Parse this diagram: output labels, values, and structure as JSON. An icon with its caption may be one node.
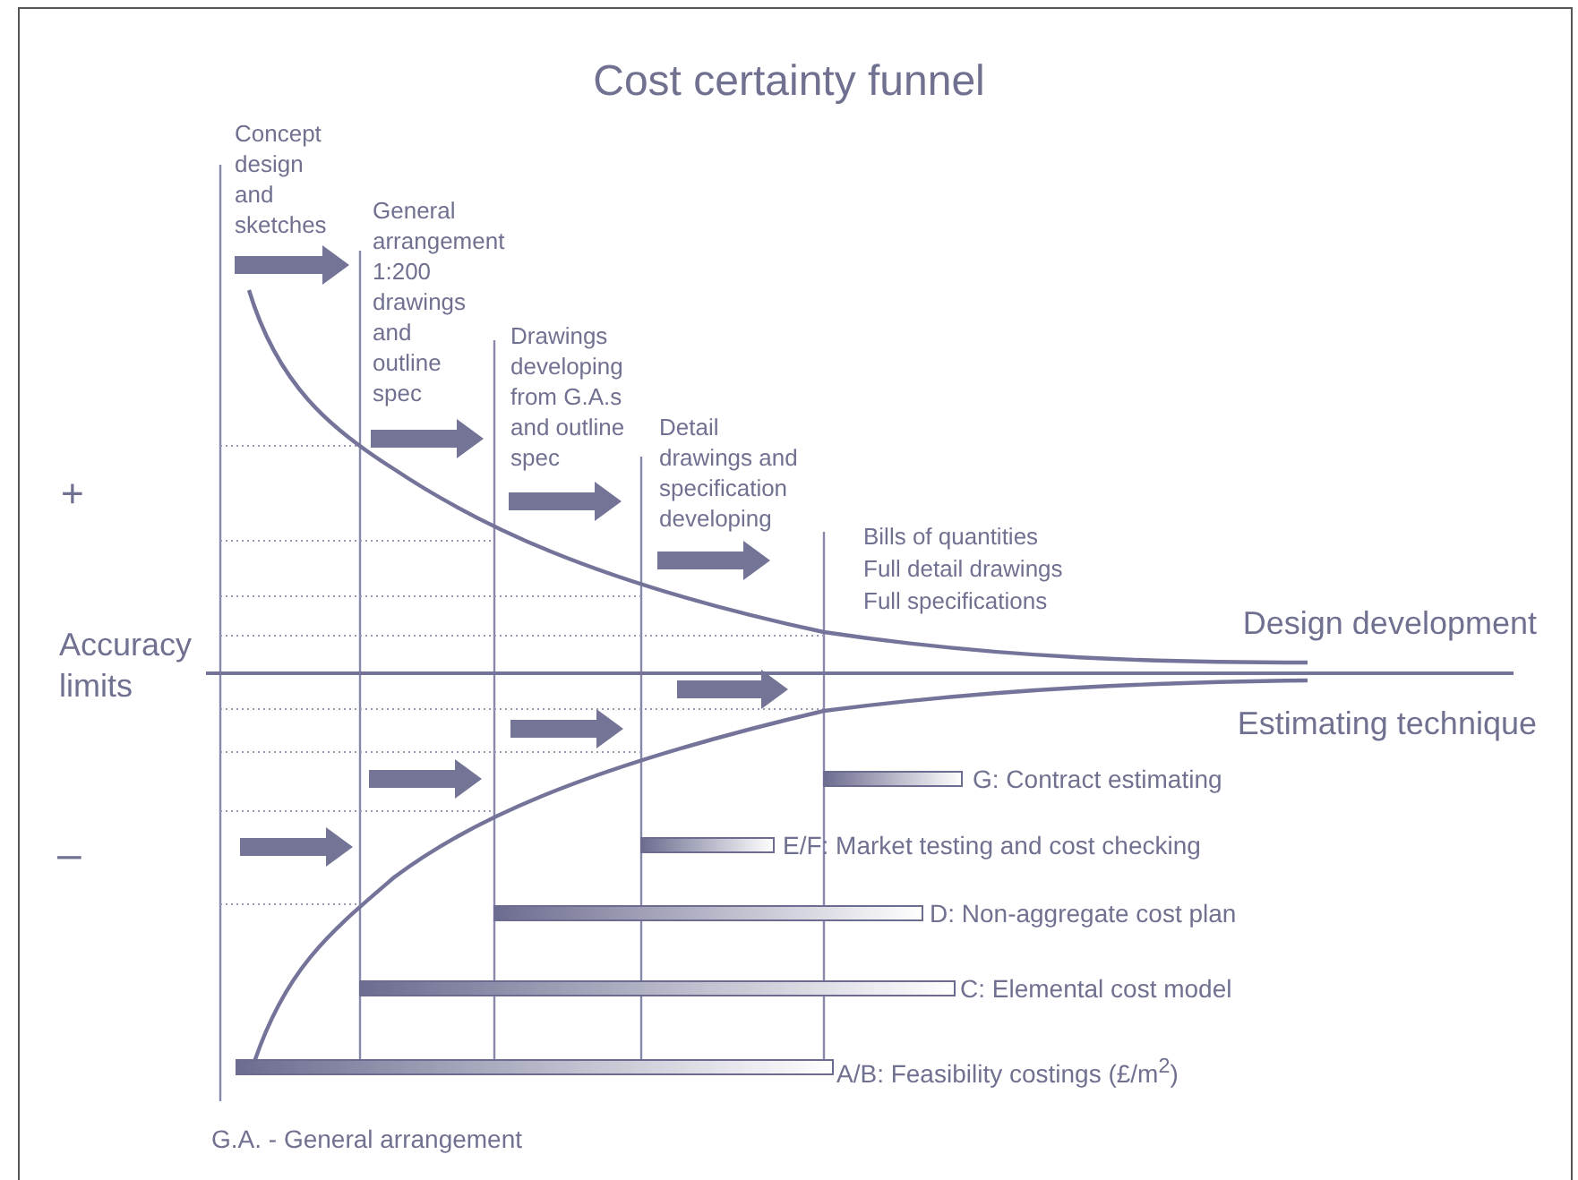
{
  "diagram": {
    "title": "Cost certainty funnel",
    "labels": [
      "Concept design and sketches",
      "General arrangement 1:200 drawings and outline spec",
      "Drawings developing from G.A.s and outline spec",
      "Detail drawings and specification developing",
      "Bills of quantities",
      "Full detail drawings",
      "Full specifications",
      "+",
      "Accuracy limits",
      "Design development",
      "Estimating technique",
      "G: Contract estimating",
      "–",
      "E/F: Market testing and cost checking",
      "D: Non-aggregate cost plan",
      "C: Elemental cost model",
      "A/B: Feasibility costings (£/m$^{2}$)",
      "G.A. - General arrangement"
    ]
  }
}
